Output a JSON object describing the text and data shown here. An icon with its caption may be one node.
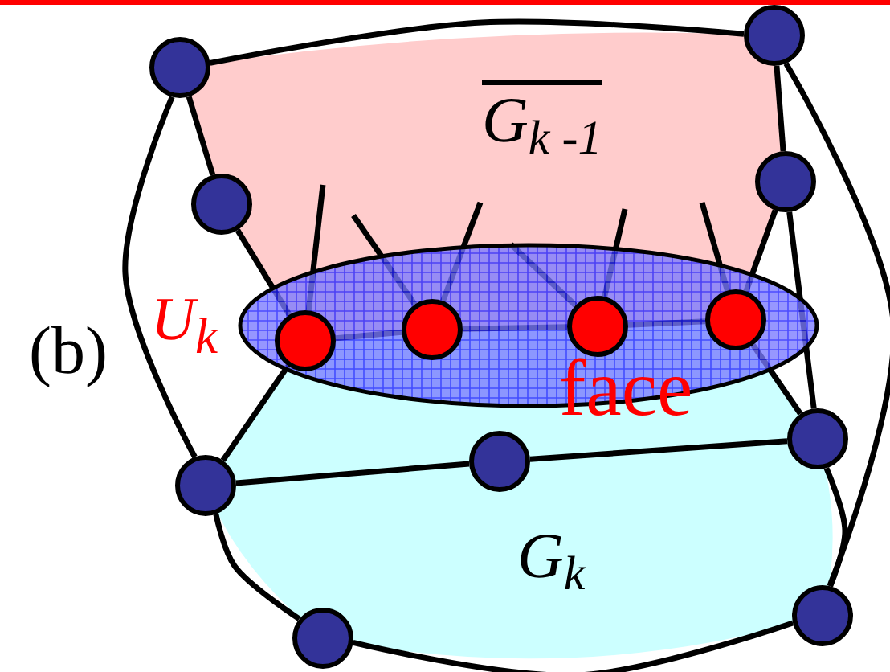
{
  "diagram": {
    "nodes": [
      {
        "text": [],
        "shape": "ellipse",
        "beside": [
          "U$_{k}$",
          "face"
        ]
      },
      {
        "text": [],
        "shape": "circle"
      },
      {
        "text": [],
        "shape": "circle"
      },
      {
        "text": [],
        "shape": "circle"
      },
      {
        "text": [],
        "shape": "circle"
      },
      {
        "text": [],
        "shape": "circle"
      },
      {
        "text": [],
        "shape": "circle"
      },
      {
        "text": [],
        "shape": "circle"
      },
      {
        "text": [],
        "shape": "circle"
      },
      {
        "text": [],
        "shape": "circle"
      },
      {
        "text": [],
        "shape": "circle",
        "in": 0
      },
      {
        "text": [],
        "shape": "circle",
        "in": 0
      },
      {
        "text": [],
        "shape": "circle",
        "in": 0
      },
      {
        "text": [],
        "shape": "circle",
        "in": 0
      }
    ],
    "edges": [
      {
        "from": 1,
        "to": 2,
        "arrow": "none"
      },
      {
        "from": 1,
        "to": 3,
        "arrow": "none"
      },
      {
        "from": 2,
        "to": 4,
        "arrow": "none"
      },
      {
        "from": 3,
        "to": 10,
        "arrow": "none"
      },
      {
        "from": 4,
        "to": 13,
        "arrow": "none"
      },
      {
        "from": 4,
        "to": 7,
        "arrow": "none"
      },
      {
        "from": 10,
        "to": 11,
        "arrow": "none"
      },
      {
        "from": 11,
        "to": 12,
        "arrow": "none"
      },
      {
        "from": 12,
        "to": 13,
        "arrow": "none"
      },
      {
        "from": 10,
        "to": 5,
        "arrow": "none"
      },
      {
        "from": 13,
        "to": 7,
        "arrow": "none"
      },
      {
        "from": 5,
        "to": 6,
        "arrow": "none"
      },
      {
        "from": 6,
        "to": 7,
        "arrow": "none"
      },
      {
        "from": 5,
        "to": 8,
        "arrow": "none"
      },
      {
        "from": 8,
        "to": 9,
        "arrow": "none"
      },
      {
        "from": 7,
        "to": 9,
        "arrow": "none"
      },
      {
        "from": 1,
        "to": 5,
        "arrow": "none"
      },
      {
        "from": 2,
        "to": 9,
        "arrow": "none"
      },
      {
        "from": null,
        "to": 10,
        "arrow": "none"
      },
      {
        "from": null,
        "to": 11,
        "arrow": "none"
      },
      {
        "from": null,
        "to": 11,
        "arrow": "none"
      },
      {
        "from": null,
        "to": 12,
        "arrow": "none"
      },
      {
        "from": null,
        "to": 12,
        "arrow": "none"
      },
      {
        "from": null,
        "to": 13,
        "arrow": "none"
      }
    ],
    "labels": [
      "G$_{k -1}$",
      "(b)",
      "G$_{k}$"
    ]
  }
}
